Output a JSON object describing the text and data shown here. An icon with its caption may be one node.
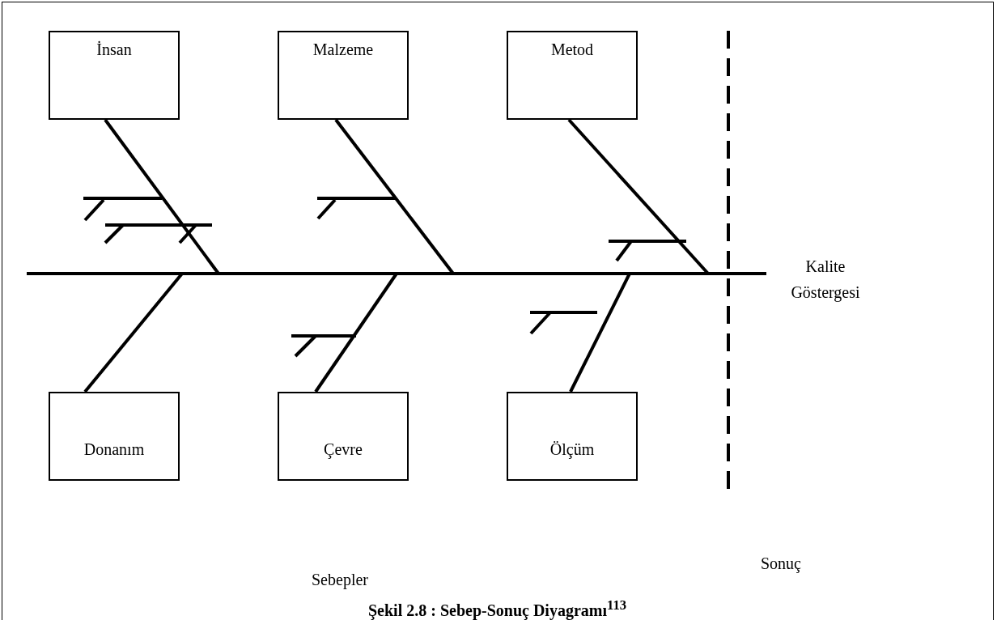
{
  "diagram": {
    "caption": "Şekil 2.8 : Sebep-Sonuç Diyagramı$^{113}$",
    "nodes": [
      {
        "text": [
          "İnsan"
        ]
      },
      {
        "text": [
          "Malzeme"
        ]
      },
      {
        "text": [
          "Metod"
        ]
      },
      {
        "text": [
          "Donanım"
        ]
      },
      {
        "text": [
          "Çevre"
        ]
      },
      {
        "text": [
          "Ölçüm"
        ]
      }
    ],
    "edges": [
      {
        "from": 0,
        "to": null,
        "arrow": "none"
      },
      {
        "from": 1,
        "to": null,
        "arrow": "none"
      },
      {
        "from": 2,
        "to": null,
        "arrow": "none"
      },
      {
        "from": 3,
        "to": null,
        "arrow": "none"
      },
      {
        "from": 4,
        "to": null,
        "arrow": "none"
      },
      {
        "from": 5,
        "to": null,
        "arrow": "none"
      }
    ],
    "labels": [
      "Kalite Göstergesi",
      "Sebepler",
      "Sonuç"
    ]
  }
}
